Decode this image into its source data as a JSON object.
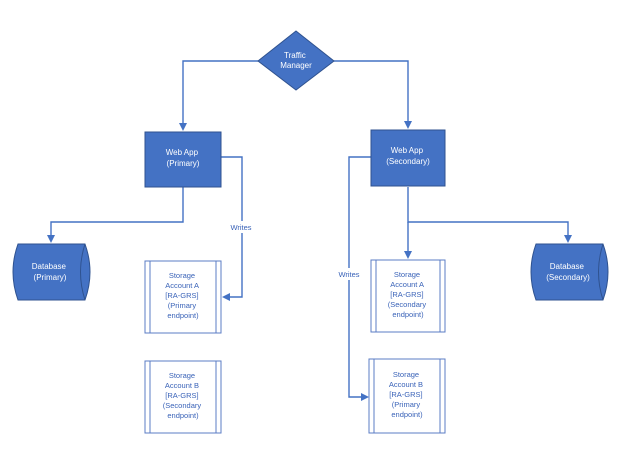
{
  "nodes": {
    "traffic_manager": {
      "lines": [
        "Traffic",
        "Manager"
      ]
    },
    "web_app_primary": {
      "lines": [
        "Web App",
        "(Primary)"
      ]
    },
    "web_app_secondary": {
      "lines": [
        "Web App",
        "(Secondary)"
      ]
    },
    "database_primary": {
      "lines": [
        "Database",
        "(Primary)"
      ]
    },
    "database_secondary": {
      "lines": [
        "Database",
        "(Secondary)"
      ]
    },
    "storage_a_left": {
      "lines": [
        "Storage",
        "Account A",
        "[RA-GRS]",
        "(Primary",
        "endpoint)"
      ]
    },
    "storage_b_left": {
      "lines": [
        "Storage",
        "Account B",
        "[RA-GRS]",
        "(Secondary",
        "endpoint)"
      ]
    },
    "storage_a_right": {
      "lines": [
        "Storage",
        "Account A",
        "[RA-GRS]",
        "(Secondary",
        "endpoint)"
      ]
    },
    "storage_b_right": {
      "lines": [
        "Storage",
        "Account B",
        "[RA-GRS]",
        "(Primary",
        "endpoint)"
      ]
    }
  },
  "edge_labels": {
    "writes_left": "Writes",
    "writes_right": "Writes"
  },
  "colors": {
    "shape_fill": "#4472c4",
    "shape_border": "#2f528f",
    "connector": "#4472c4",
    "storage_text": "#3a63b8"
  }
}
